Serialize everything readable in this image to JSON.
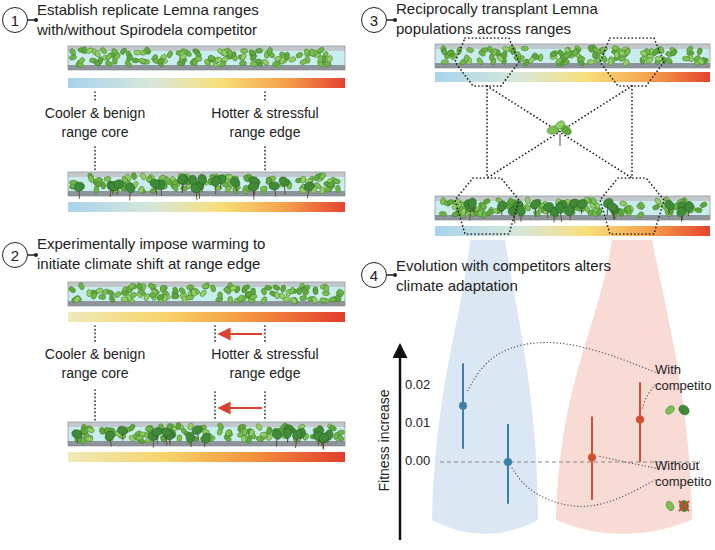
{
  "diagram": {
    "nodes": [
      {
        "text": [
          "1",
          "Establish replicate Lemna ranges with/without Spirodela competitor"
        ]
      },
      {
        "text": [
          "2",
          "Experimentally impose warming to initiate climate shift at range edge"
        ]
      },
      {
        "text": [
          "3",
          "Reciprocally transplant Lemna populations across ranges"
        ]
      },
      {
        "text": [
          "4",
          "Evolution with competitors alters climate adaptation"
        ]
      }
    ],
    "labels": [
      "Cooler & benign range core",
      "Hotter & stressful range edge",
      "Cooler & benign range core",
      "Hotter & stressful range edge",
      "Fitness increase",
      "0.02",
      "0.01",
      "0.00",
      "With competito",
      "Without competito"
    ]
  }
}
